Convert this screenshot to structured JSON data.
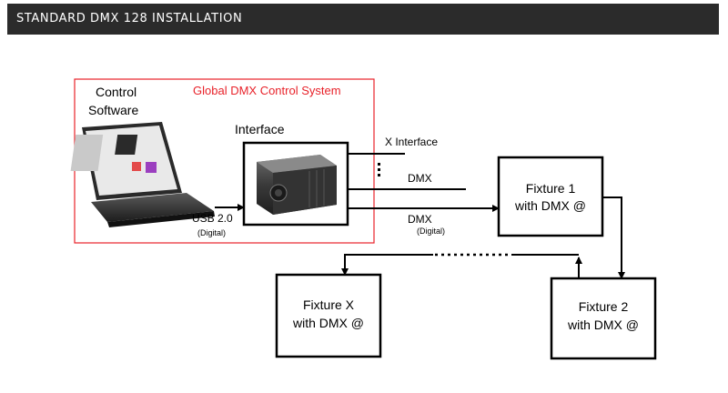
{
  "header": {
    "title": "STANDARD DMX 128 INSTALLATION"
  },
  "diagram": {
    "system_label": "Global DMX Control System",
    "software_label_line1": "Control",
    "software_label_line2": "Software",
    "interface_label": "Interface",
    "usb_label": "USB 2.0",
    "usb_sub": "(Digital)",
    "x_interface_label": "X Interface",
    "dmx_label_1": "DMX",
    "dmx_label_2": "DMX",
    "dmx_sub": "(Digital)",
    "fixture1_line1": "Fixture 1",
    "fixture1_line2": "with DMX @",
    "fixture2_line1": "Fixture 2",
    "fixture2_line2": "with DMX @",
    "fixturex_line1": "Fixture X",
    "fixturex_line2": "with DMX @"
  },
  "colors": {
    "system_border": "#e8222a",
    "system_text": "#e8222a",
    "header_bg": "#2b2b2b"
  }
}
